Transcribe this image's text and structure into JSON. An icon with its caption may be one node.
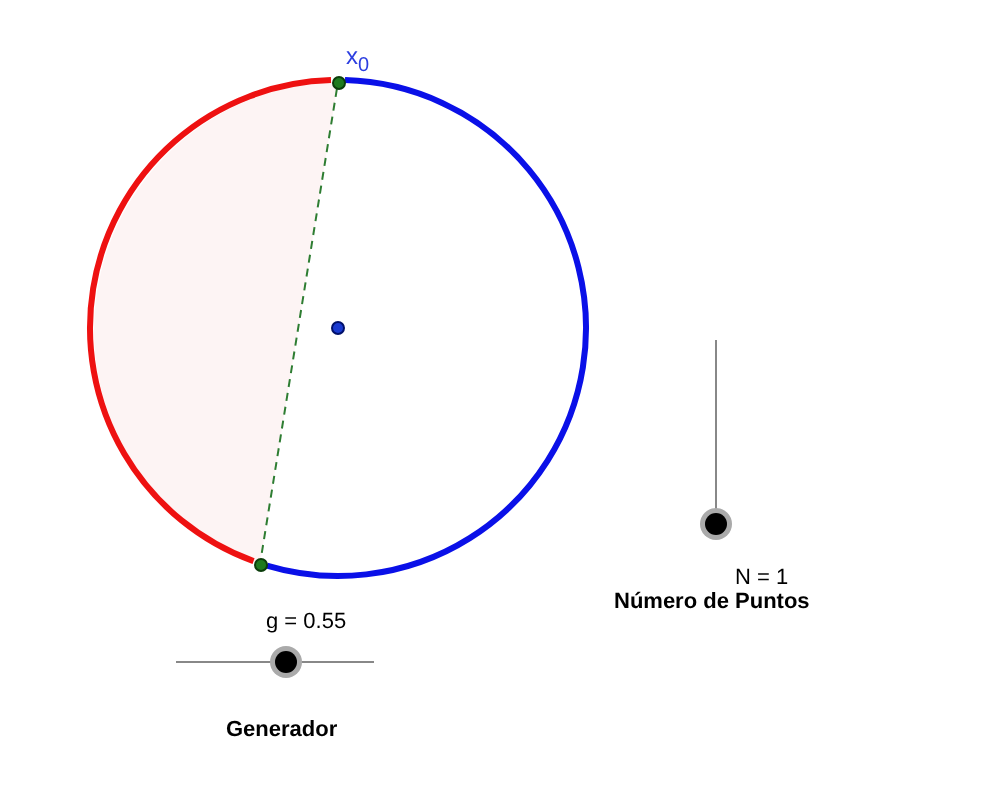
{
  "diagram": {
    "nodes": [
      {
        "text": [],
        "shape": "circle",
        "beside": [
          "x$_{0}$"
        ]
      },
      {
        "text": [],
        "shape": "circle"
      }
    ],
    "edges": [
      {
        "from": 0,
        "to": 1,
        "arrow": "none",
        "color": "#ee1111"
      },
      {
        "from": 0,
        "to": 1,
        "arrow": "none",
        "color": "#0a10e8"
      },
      {
        "from": 0,
        "to": 1,
        "arrow": "none",
        "style": "dashed",
        "color": "#2e7d32"
      }
    ],
    "labels": [
      "g = 0.55",
      "Generador",
      "N = 1",
      "Número de Puntos"
    ]
  }
}
